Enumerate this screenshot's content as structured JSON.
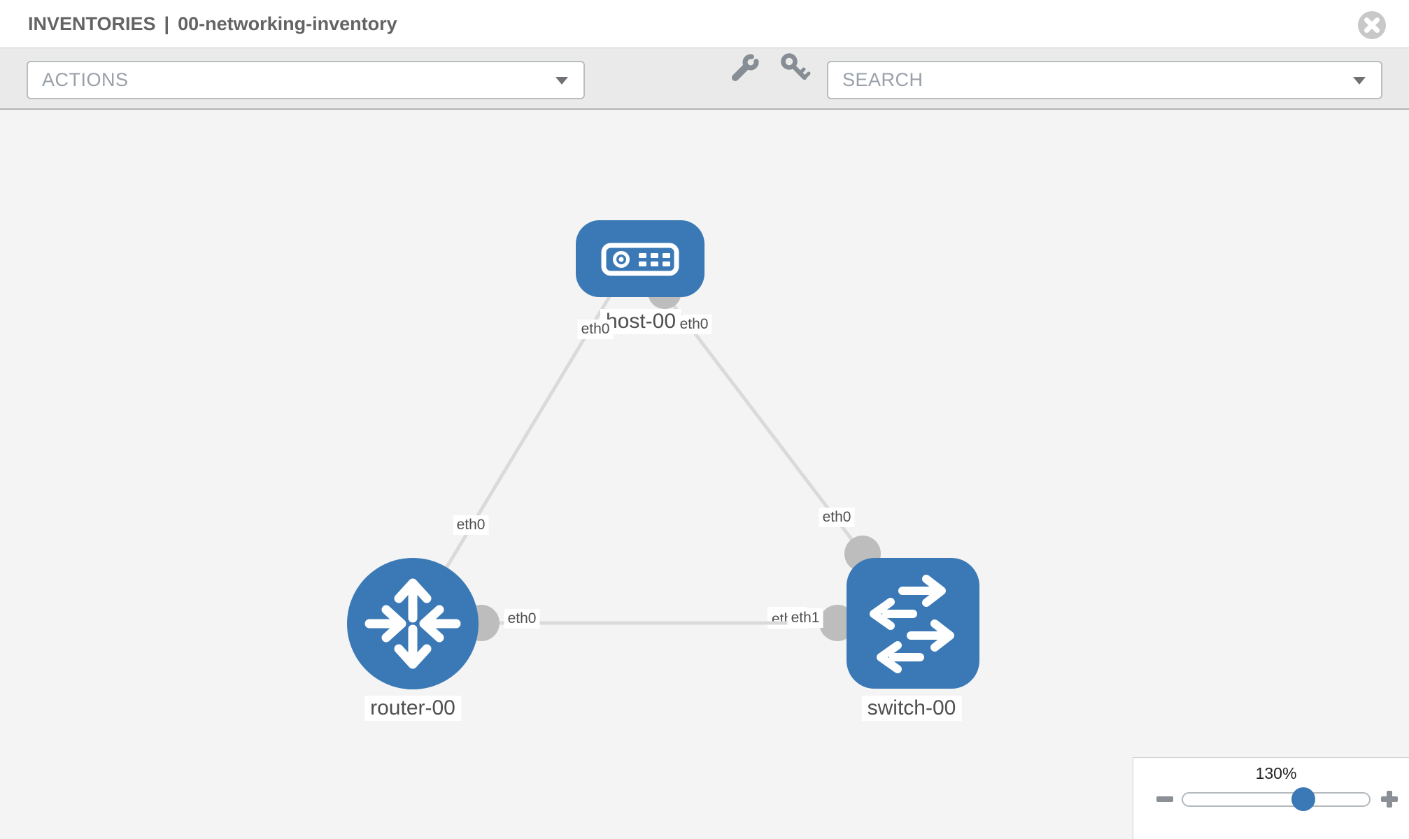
{
  "header": {
    "title_section": "INVENTORIES",
    "title_separator": "|",
    "title_name": "00-networking-inventory",
    "close_icon": "circle-x"
  },
  "toolbar": {
    "actions_label": "ACTIONS",
    "search_placeholder": "SEARCH",
    "icons": [
      "wrench-icon",
      "key-icon"
    ]
  },
  "topology": {
    "nodes": [
      {
        "id": "host-00",
        "type": "host",
        "label": "host-00",
        "icon": "server-icon"
      },
      {
        "id": "router-00",
        "type": "router",
        "label": "router-00",
        "icon": "router-arrows-icon"
      },
      {
        "id": "switch-00",
        "type": "switch",
        "label": "switch-00",
        "icon": "exchange-arrows-icon"
      }
    ],
    "links": [
      {
        "from": "host-00",
        "from_interface": "eth0",
        "to": "router-00",
        "to_interface": "eth0"
      },
      {
        "from": "host-00",
        "from_interface": "eth0",
        "to": "switch-00",
        "to_interface": "eth0"
      },
      {
        "from": "router-00",
        "from_interface": "eth0",
        "to": "switch-00",
        "to_interface": "eth1"
      }
    ],
    "interface_labels": {
      "host_left": "eth0",
      "host_right": "eth0",
      "router_top": "eth0",
      "switch_top": "eth0",
      "router_right": "eth0",
      "switch_left_under": "eth1",
      "switch_left": "eth1"
    }
  },
  "zoom_control": {
    "level": "130%",
    "slider_percent": 64,
    "zoom_out_icon": "minus",
    "zoom_in_icon": "plus"
  },
  "colors": {
    "node_blue": "#3a79b5",
    "link_gray": "#dadada",
    "interface_gray": "#bdbdbd",
    "canvas_bg": "#f4f4f4",
    "toolbar_bg": "#eaeaea",
    "label_text": "#4f4f4f",
    "title_text": "#646464",
    "icon_gray": "#878d94"
  }
}
